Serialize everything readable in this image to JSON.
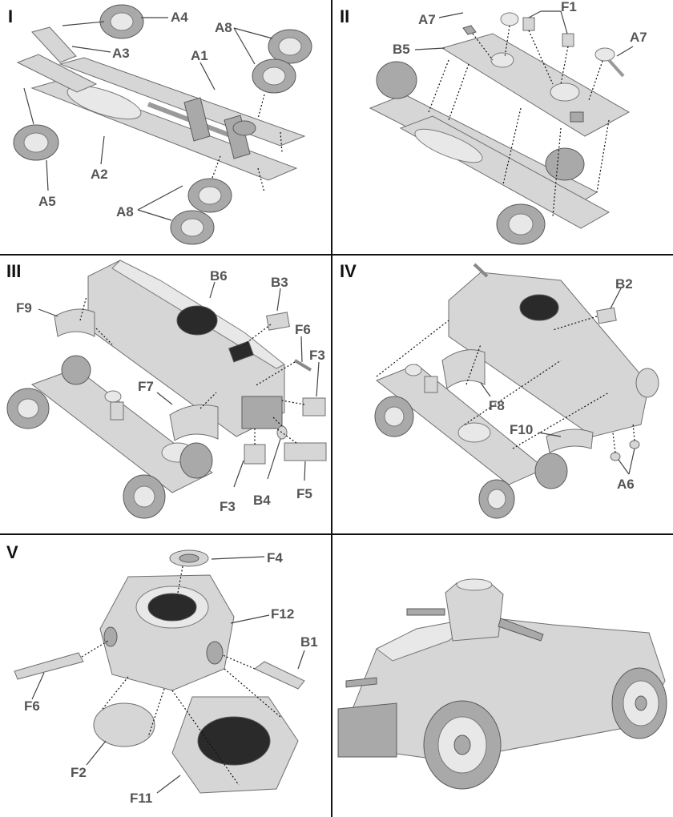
{
  "steps": {
    "s1": {
      "number": "I",
      "labels": {
        "a4": "A4",
        "a3": "A3",
        "a8_top": "A8",
        "a1": "A1",
        "a2": "A2",
        "a5": "A5",
        "a8_bottom": "A8"
      }
    },
    "s2": {
      "number": "II",
      "labels": {
        "a7_left": "A7",
        "f1": "F1",
        "b5": "B5",
        "a7_right": "A7"
      }
    },
    "s3": {
      "number": "III",
      "labels": {
        "b6": "B6",
        "b3": "B3",
        "f9": "F9",
        "f6": "F6",
        "f3_right": "F3",
        "f7": "F7",
        "f3_bottom": "F3",
        "b4": "B4",
        "f5": "F5"
      }
    },
    "s4": {
      "number": "IV",
      "labels": {
        "b2": "B2",
        "f8": "F8",
        "f10": "F10",
        "a6": "A6"
      }
    },
    "s5": {
      "number": "V",
      "labels": {
        "f4": "F4",
        "f12": "F12",
        "b1": "B1",
        "f6": "F6",
        "f2": "F2",
        "f11": "F11"
      }
    }
  },
  "colors": {
    "part_fill": "#d6d6d6",
    "label": "#555555",
    "divider": "#111111"
  }
}
